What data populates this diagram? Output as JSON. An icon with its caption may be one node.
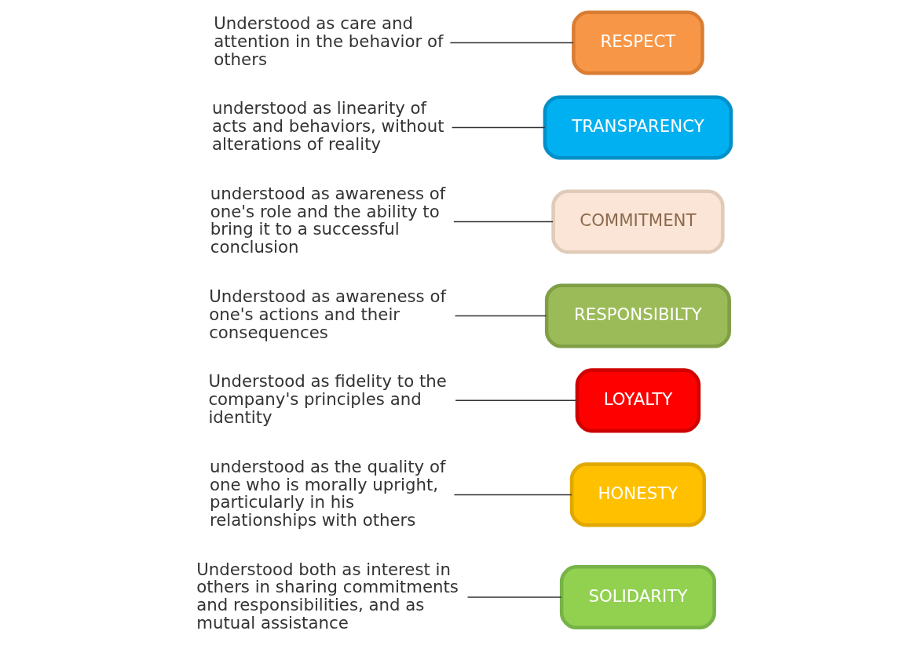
{
  "diagram": {
    "nodes": [
      {
        "text": [
          "SOLIDARITY"
        ]
      },
      {
        "text": [
          "HONESTY"
        ]
      },
      {
        "text": [
          "LOYALTY"
        ]
      },
      {
        "text": [
          "RESPONSIBILTY"
        ]
      },
      {
        "text": [
          "COMMITMENT"
        ]
      },
      {
        "text": [
          "TRANSPARENCY"
        ]
      },
      {
        "text": [
          "RESPECT"
        ]
      },
      {
        "text": [
          "Understood both as interest in others in sharing commitments and responsibilities, and as mutual assistance"
        ]
      },
      {
        "text": [
          "understood as the quality of one who is morally upright, particularly in his relationships with others"
        ]
      },
      {
        "text": [
          "Understood as fidelity to the company's principles and identity"
        ]
      },
      {
        "text": [
          "Understood as awareness of one's actions and their consequences"
        ]
      },
      {
        "text": [
          "understood as awareness of one's role and the ability to bring it to a successful conclusion"
        ]
      },
      {
        "text": [
          "understood as linearity of acts and behaviors, without alterations of reality"
        ]
      },
      {
        "text": [
          "Understood as care and attention in the behavior of others"
        ]
      }
    ],
    "edges": [
      {
        "from": 7,
        "to": 0,
        "arrow": "none"
      },
      {
        "from": 8,
        "to": 1,
        "arrow": "none"
      },
      {
        "from": 9,
        "to": 2,
        "arrow": "none"
      },
      {
        "from": 10,
        "to": 3,
        "arrow": "none"
      },
      {
        "from": 11,
        "to": 4,
        "arrow": "none"
      },
      {
        "from": 12,
        "to": 5,
        "arrow": "none"
      },
      {
        "from": 13,
        "to": 6,
        "arrow": "none"
      }
    ]
  }
}
